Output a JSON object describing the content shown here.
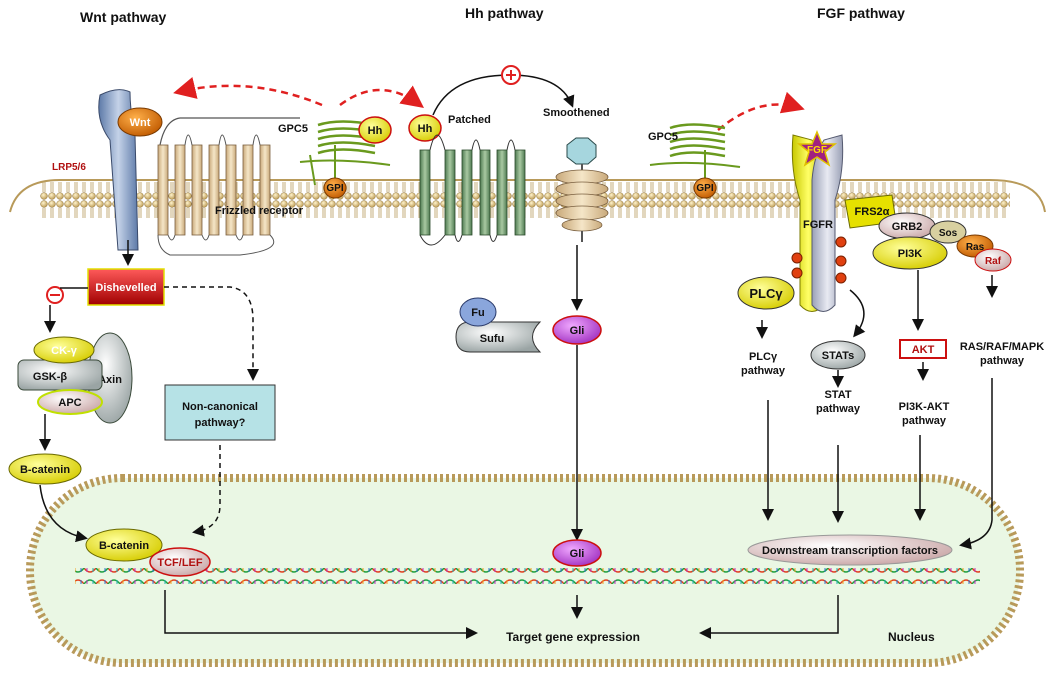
{
  "titles": {
    "wnt": "Wnt pathway",
    "hh": "Hh pathway",
    "fgf": "FGF pathway"
  },
  "wnt": {
    "ligand": "Wnt",
    "coreceptor": "LRP5/6",
    "receptor": "Frizzled receptor",
    "dishevelled": "Dishevelled",
    "ck": "CK-γ",
    "gsk": "GSK-β",
    "axin": "Axin",
    "apc": "APC",
    "bcatenin": "B-catenin",
    "noncanonical": "Non-canonical pathway?",
    "bcatenin_nuc": "B-catenin",
    "tcf": "TCF/LEF"
  },
  "hh": {
    "gpc5": "GPC5",
    "hh1": "Hh",
    "gpi": "GPI",
    "hh2": "Hh",
    "patched": "Patched",
    "smoothened": "Smoothened",
    "fu": "Fu",
    "sufu": "Sufu",
    "gli": "Gli",
    "gli_nuc": "Gli"
  },
  "fgf": {
    "gpc5": "GPC5",
    "gpi": "GPI",
    "fgf": "FGF",
    "fgfr": "FGFR",
    "frs2": "FRS2α",
    "grb2": "GRB2",
    "sos": "Sos",
    "ras": "Ras",
    "raf": "Raf",
    "pi3k": "PI3K",
    "plc": "PLCγ",
    "stats": "STATs",
    "akt": "AKT",
    "plc_path_1": "PLCγ",
    "plc_path_2": "pathway",
    "stat_path_1": "STAT",
    "stat_path_2": "pathway",
    "pi3k_path_1": "PI3K-AKT",
    "pi3k_path_2": "pathway",
    "mapk_path_1": "RAS/RAF/MAPK",
    "mapk_path_2": "pathway",
    "downstream": "Downstream transcription factors"
  },
  "nucleus": {
    "target": "Target gene expression",
    "label": "Nucleus"
  },
  "colors": {
    "membrane_head": "#d9c08a",
    "nucleus_fill": "#eaf7e4",
    "red_arrow": "#e02020",
    "dishevelled": "#cc1010",
    "bcatenin": "#e6e000",
    "gli": "#b43cd0",
    "gpc5": "#6a9a1e"
  }
}
